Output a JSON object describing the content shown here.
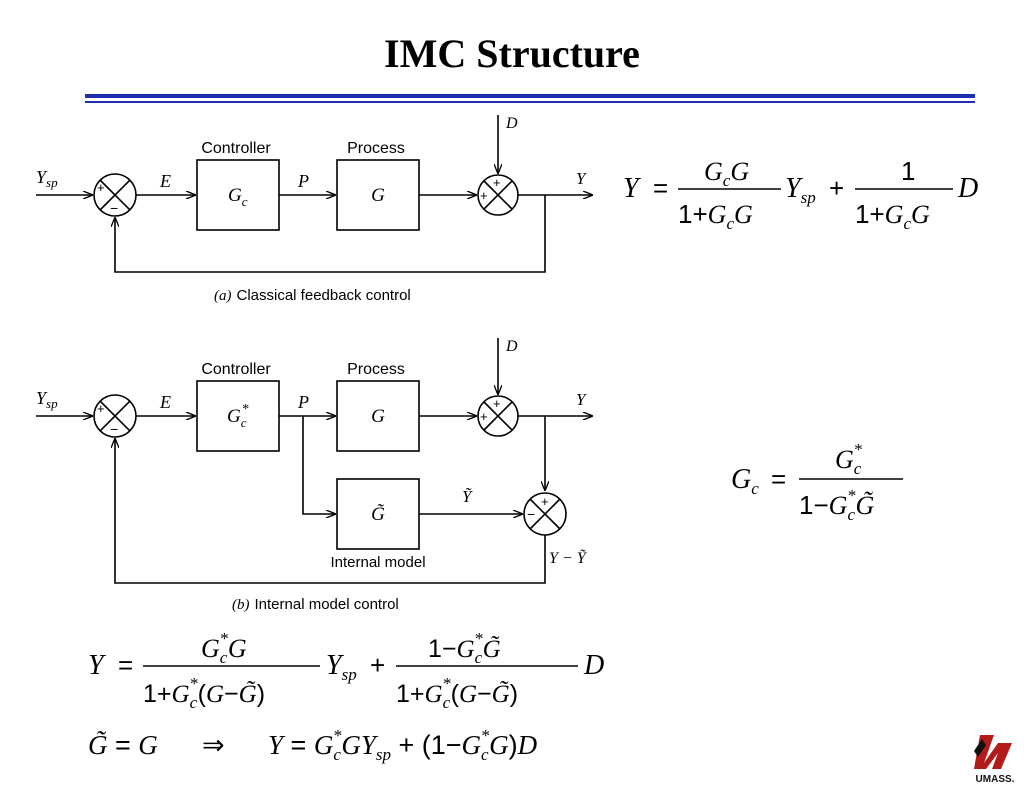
{
  "slide": {
    "title": "IMC Structure"
  },
  "diagram_a": {
    "controller_label": "Controller",
    "process_label": "Process",
    "controller_block": "G",
    "controller_sub": "c",
    "process_block": "G",
    "setpoint": "Y",
    "setpoint_sub": "sp",
    "error": "E",
    "manipulated": "P",
    "disturbance": "D",
    "output": "Y",
    "plus": "+",
    "minus": "−",
    "caption_prefix": "(a)",
    "caption": "Classical feedback control"
  },
  "diagram_b": {
    "controller_label": "Controller",
    "process_label": "Process",
    "controller_block": "G",
    "controller_sub": "c",
    "controller_sup": "*",
    "process_block": "G",
    "model_block": "G̃",
    "model_label": "Internal model",
    "setpoint": "Y",
    "setpoint_sub": "sp",
    "error": "E",
    "manipulated": "P",
    "disturbance": "D",
    "output": "Y",
    "model_output": "Ỹ",
    "feedback_signal": "Y − Ỹ",
    "plus": "+",
    "minus": "−",
    "caption_prefix": "(b)",
    "caption": "Internal model control"
  },
  "equations": {
    "eq1": "Y = G_cG/(1+G_cG) Y_sp + 1/(1+G_cG) D",
    "eq2": "G_c = G_c*/(1 − G_c* G̃)",
    "eq3": "Y = G_c*G/(1+G_c*(G − G̃)) Y_sp + (1 − G_c* G̃)/(1+G_c*(G − G̃)) D",
    "eq4": "G̃ = G ⇒ Y = G_c* G Y_sp + (1 − G_c* G) D"
  },
  "logo": {
    "text": "UMASS."
  }
}
